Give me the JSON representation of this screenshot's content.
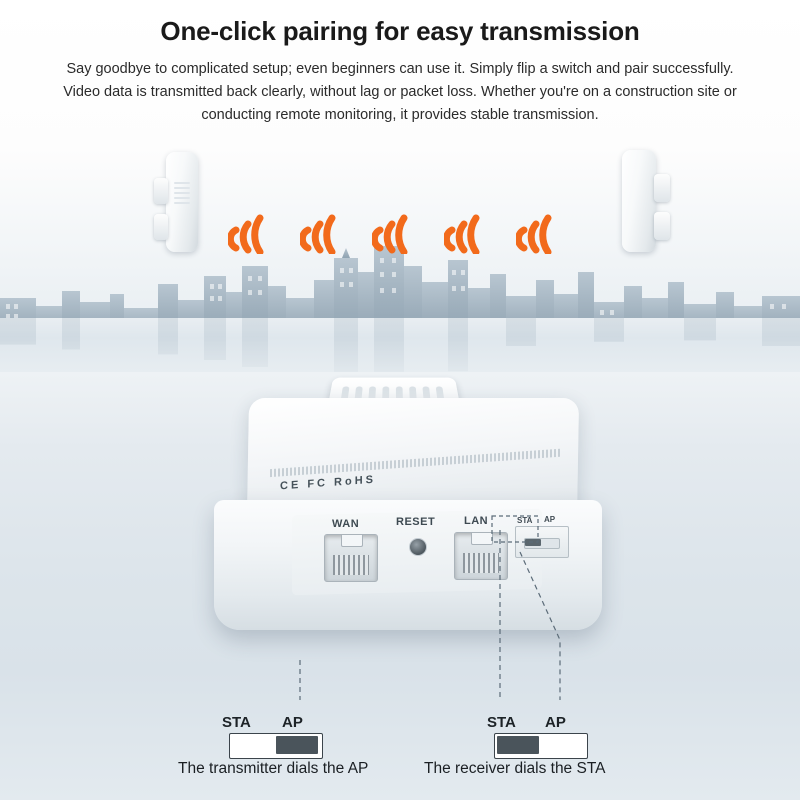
{
  "headline": "One-click pairing for easy transmission",
  "subcopy": "Say goodbye to complicated setup; even beginners can use it. Simply flip a switch and pair successfully. Video data is transmitted back clearly, without lag or packet loss. Whether you're on a construction site or conducting remote monitoring, it provides stable transmission.",
  "device": {
    "ports": {
      "wan_label": "WAN",
      "reset_label": "RESET",
      "lan_label": "LAN",
      "switch_sta_label": "STA",
      "switch_ap_label": "AP"
    },
    "label_strip": {
      "certs": "CE FC RoHS"
    }
  },
  "callouts": [
    {
      "id": "transmitter",
      "sta_label": "STA",
      "ap_label": "AP",
      "caption": "The transmitter dials the AP",
      "knob_position": "right"
    },
    {
      "id": "receiver",
      "sta_label": "STA",
      "ap_label": "AP",
      "caption": "The receiver dials the STA",
      "knob_position": "left"
    }
  ],
  "scene": {
    "signal_icon_name": "wifi-signal-icon",
    "signal_count": 5,
    "signal_color": "#f26a1b",
    "left_unit_name": "cpe-unit-left",
    "right_unit_name": "cpe-unit-right",
    "skyline_name": "city-skyline-silhouette"
  },
  "colors": {
    "accent_orange": "#f26a1b",
    "text_dark": "#1a1a1a",
    "body_text": "#2b2b2b",
    "line_dark": "#3b444b",
    "skyline": "#9fb0bd"
  }
}
